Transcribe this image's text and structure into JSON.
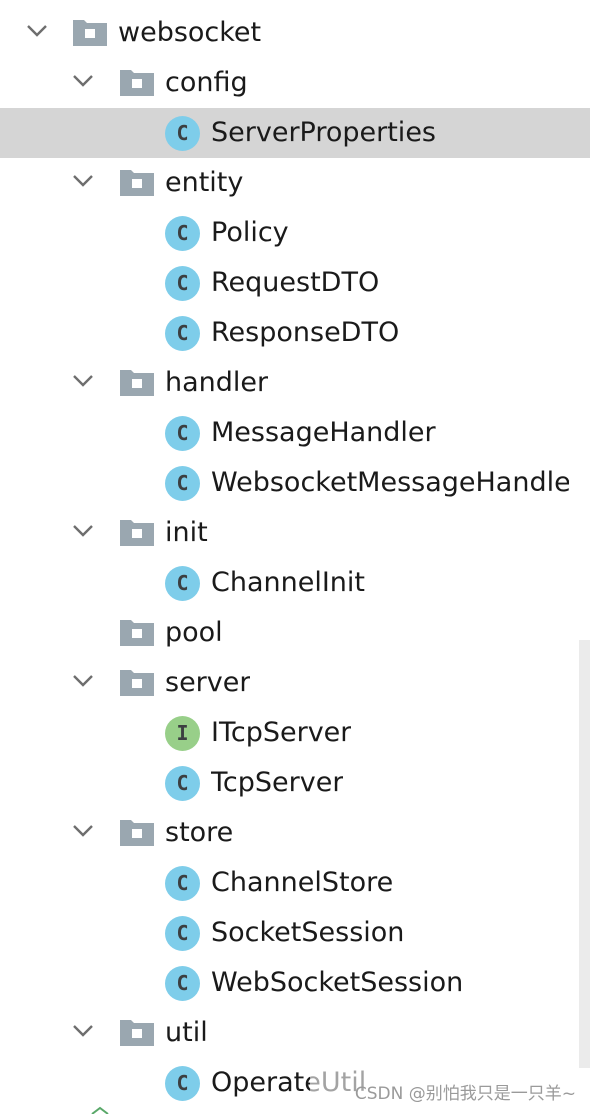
{
  "tree": {
    "nodes": [
      {
        "label": "websocket",
        "kind": "folder",
        "expanded": true
      },
      {
        "label": "config",
        "kind": "folder",
        "expanded": true
      },
      {
        "label": "ServerProperties",
        "kind": "class",
        "selected": true
      },
      {
        "label": "entity",
        "kind": "folder",
        "expanded": true
      },
      {
        "label": "Policy",
        "kind": "class"
      },
      {
        "label": "RequestDTO",
        "kind": "class"
      },
      {
        "label": "ResponseDTO",
        "kind": "class"
      },
      {
        "label": "handler",
        "kind": "folder",
        "expanded": true
      },
      {
        "label": "MessageHandler",
        "kind": "class"
      },
      {
        "label": "WebsocketMessageHandler",
        "kind": "class"
      },
      {
        "label": "init",
        "kind": "folder",
        "expanded": true
      },
      {
        "label": "ChannelInit",
        "kind": "class"
      },
      {
        "label": "pool",
        "kind": "folder",
        "expanded": false
      },
      {
        "label": "server",
        "kind": "folder",
        "expanded": true
      },
      {
        "label": "ITcpServer",
        "kind": "interface"
      },
      {
        "label": "TcpServer",
        "kind": "class"
      },
      {
        "label": "store",
        "kind": "folder",
        "expanded": true
      },
      {
        "label": "ChannelStore",
        "kind": "class"
      },
      {
        "label": "SocketSession",
        "kind": "class"
      },
      {
        "label": "WebSocketSession",
        "kind": "class"
      },
      {
        "label": "util",
        "kind": "folder",
        "expanded": true
      },
      {
        "label": "OperateUtil",
        "kind": "class"
      }
    ]
  },
  "icons": {
    "class_letter": "C",
    "interface_letter": "I",
    "class_color": "#7ecdea",
    "interface_color": "#98cf89",
    "folder_color": "#9aa7b0",
    "selection_color": "#d5d5d5"
  },
  "watermark": {
    "text": "CSDN @别怕我只是一只羊~"
  }
}
